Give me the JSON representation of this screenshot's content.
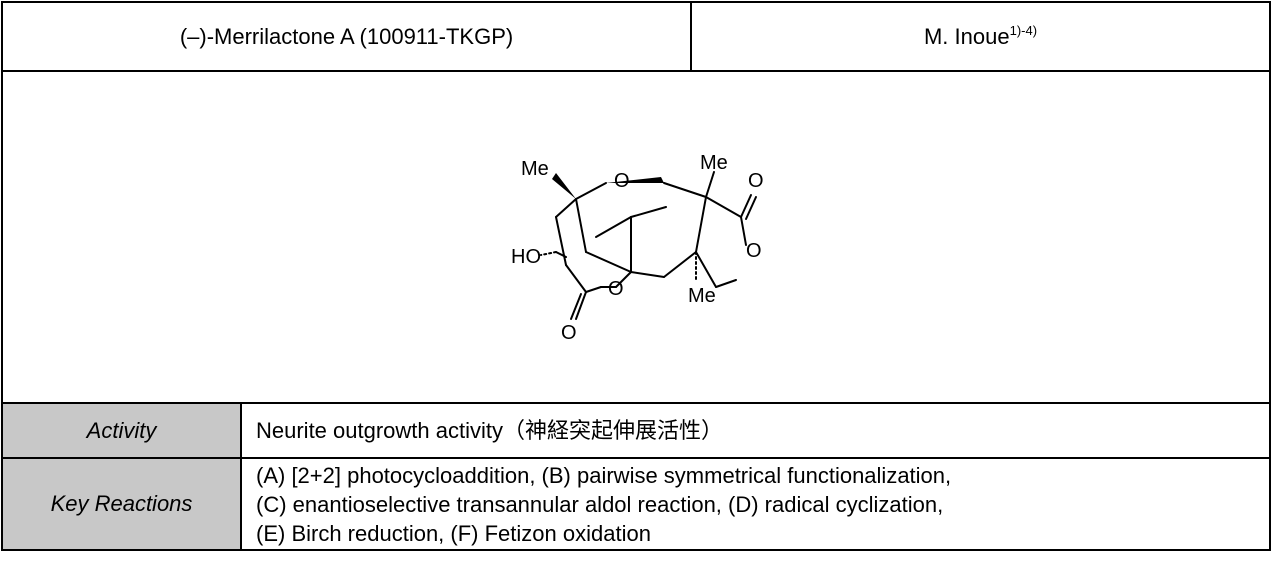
{
  "header": {
    "compound": "(–)-Merrilactone A (100911-TKGP)",
    "author": "M. Inoue",
    "author_refs": "1)-4)"
  },
  "structure": {
    "atom_labels": {
      "me_left": "Me",
      "me_top_right": "Me",
      "me_bottom": "Me",
      "o_bridge": "O",
      "o_carbonyl_top": "O",
      "o_ring_right": "O",
      "o_ring_bottom": "O",
      "o_carbonyl_bottom": "O",
      "ho": "HO"
    }
  },
  "activity": {
    "label": "Activity",
    "value": "Neurite outgrowth activity（神経突起伸展活性）"
  },
  "key_reactions": {
    "label": "Key Reactions",
    "lines": [
      "(A) [2+2] photocycloaddition, (B) pairwise symmetrical functionalization,",
      "(C) enantioselective transannular aldol reaction, (D) radical cyclization,",
      "(E) Birch reduction, (F) Fetizon oxidation"
    ]
  }
}
